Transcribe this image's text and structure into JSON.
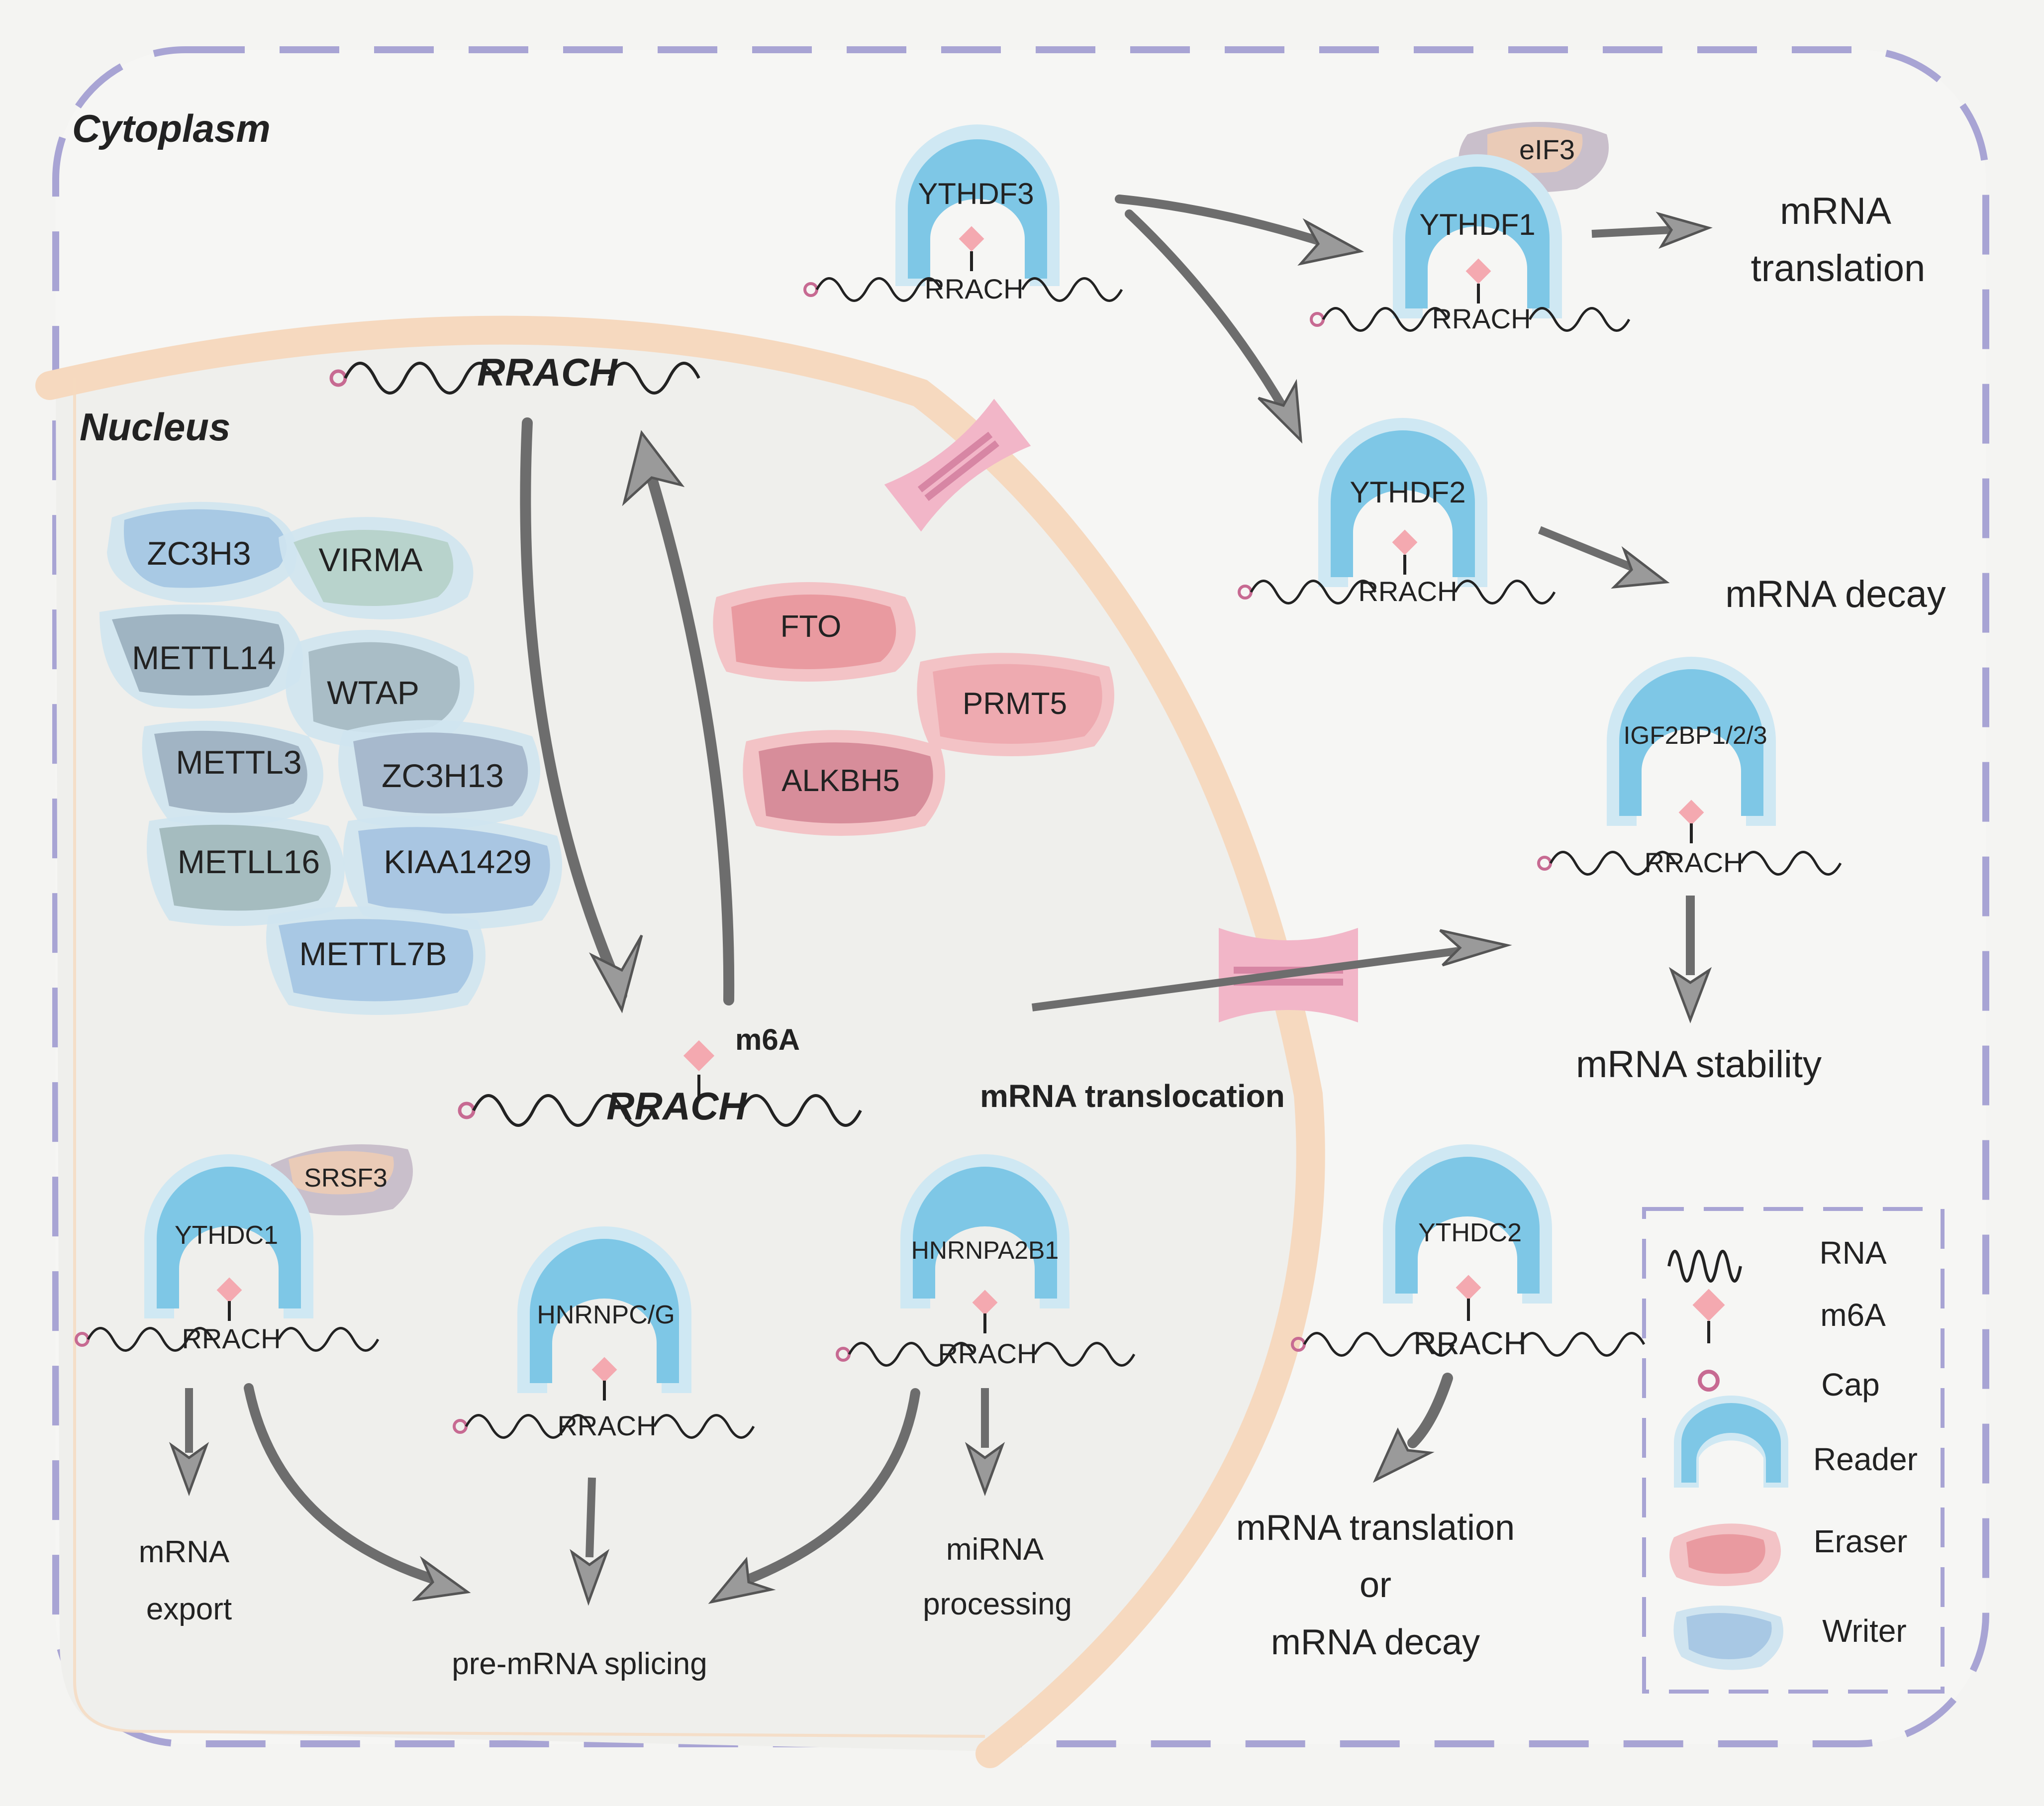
{
  "regions": {
    "cytoplasm": "Cytoplasm",
    "nucleus": "Nucleus"
  },
  "writers": [
    "ZC3H3",
    "VIRMA",
    "METTL14",
    "WTAP",
    "METTL3",
    "ZC3H13",
    "METLL16",
    "KIAA1429",
    "METTL7B"
  ],
  "erasers": [
    "FTO",
    "PRMT5",
    "ALKBH5"
  ],
  "motif": "RRACH",
  "m6a_label": "m6A",
  "translocation_label": "mRNA translocation",
  "readers": {
    "ythdf3": "YTHDF3",
    "ythdf1": "YTHDF1",
    "eif3": "eIF3",
    "ythdf2": "YTHDF2",
    "igf2bp": "IGF2BP1/2/3",
    "ythdc1": "YTHDC1",
    "srsf3": "SRSF3",
    "hnrnpcg": "HNRNPC/G",
    "hnrnpa2b1": "HNRNPA2B1",
    "ythdc2": "YTHDC2"
  },
  "outcomes": {
    "translation_1": "mRNA",
    "translation_2": "translation",
    "decay": "mRNA decay",
    "stability": "mRNA stability",
    "export_1": "mRNA",
    "export_2": "export",
    "splicing": "pre-mRNA splicing",
    "mirna_1": "miRNA",
    "mirna_2": "processing",
    "dc2_1": "mRNA translation",
    "dc2_2": "or",
    "dc2_3": "mRNA decay"
  },
  "legend": {
    "rna": "RNA",
    "m6a": "m6A",
    "cap": "Cap",
    "reader": "Reader",
    "eraser": "Eraser",
    "writer": "Writer"
  },
  "colors": {
    "reader": "#7ec7e6",
    "reader_halo": "#cfe8f3",
    "eraser": "#eea3a8",
    "writer": "#b9d3e3",
    "m6a": "#f4a9b0",
    "cap": "#c76a92",
    "membrane": "#f6d9bf",
    "arrow": "#6d6d6d",
    "border": "#a8a4d4"
  }
}
